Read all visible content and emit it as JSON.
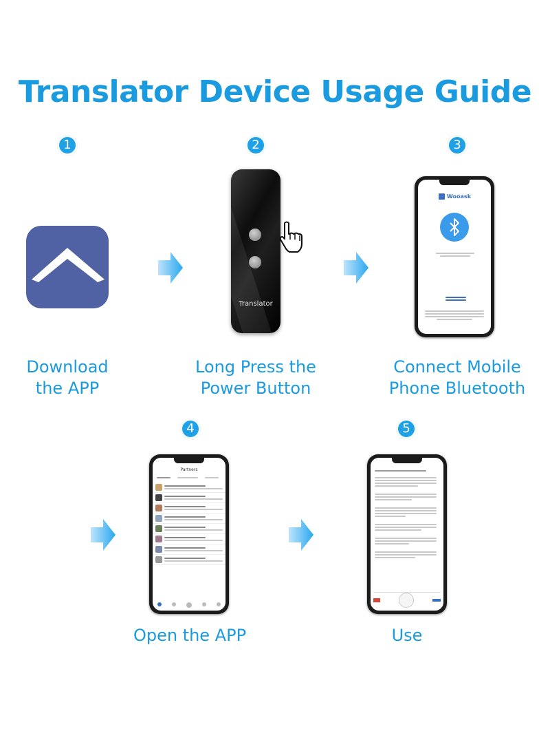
{
  "title": "Translator Device Usage Guide",
  "steps": [
    {
      "number": "1",
      "caption_line1": "Download",
      "caption_line2": "the APP"
    },
    {
      "number": "2",
      "caption_line1": "Long Press the",
      "caption_line2": "Power Button"
    },
    {
      "number": "3",
      "caption_line1": "Connect Mobile",
      "caption_line2": "Phone Bluetooth"
    },
    {
      "number": "4",
      "caption_line1": "Open the APP",
      "caption_line2": ""
    },
    {
      "number": "5",
      "caption_line1": "Use",
      "caption_line2": ""
    }
  ],
  "device": {
    "label": "Translator"
  },
  "phone3": {
    "app_name": "Wooask"
  },
  "phone4": {
    "header": "Partners"
  },
  "colors": {
    "accent": "#1a9be0",
    "app_icon": "#5062a4",
    "arrow": "#2aa8f0",
    "bluetooth": "#3a9bea"
  },
  "icons": [
    "app-logo-icon",
    "hand-pointer-icon",
    "bluetooth-icon",
    "arrow-right-icon"
  ]
}
